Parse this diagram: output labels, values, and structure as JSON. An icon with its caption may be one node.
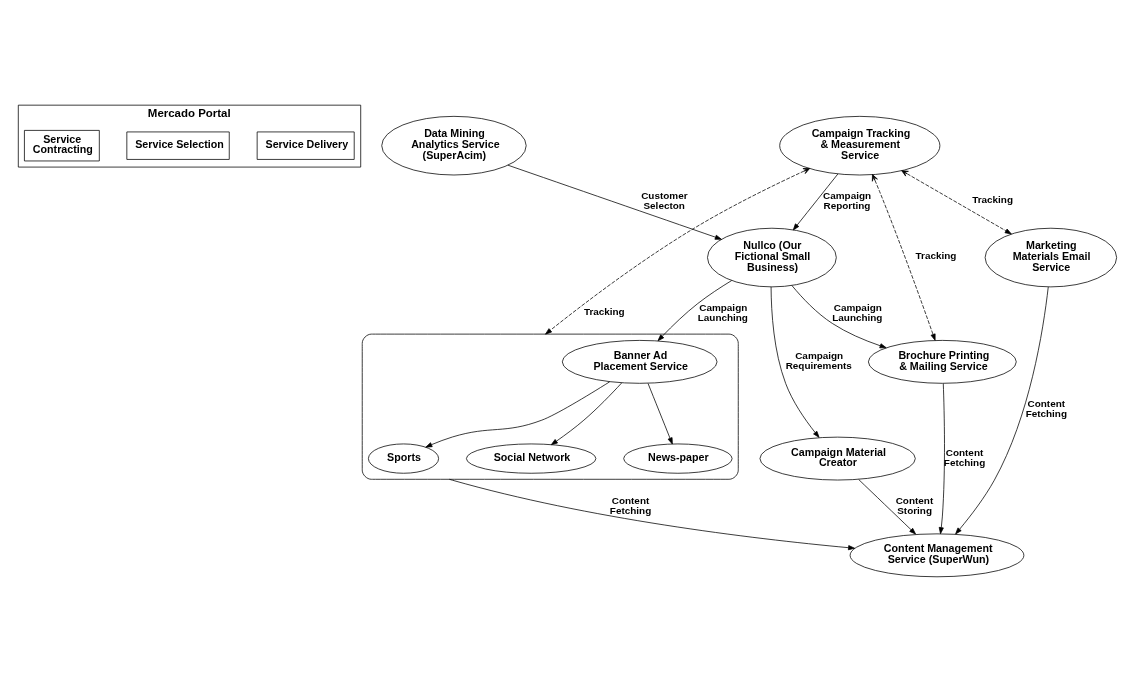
{
  "diagram": {
    "nodes": [
      {
        "text": [
          "Mercado Portal"
        ]
      },
      {
        "text": [
          "Service Delivery"
        ],
        "in": 0
      },
      {
        "text": [
          "Service Selection"
        ],
        "in": 0
      },
      {
        "text": [
          "Service Contracting"
        ],
        "in": 0
      },
      {
        "text": [
          "Nullco (Our Fictional Small Business)"
        ]
      },
      {
        "text": [
          "Campaign Material Creator"
        ]
      },
      {
        "text": [],
        "shape": "ellipse"
      },
      {
        "text": [
          "Banner Ad Placement Service"
        ],
        "in": 6
      },
      {
        "text": [
          "Social Network"
        ],
        "in": 6
      },
      {
        "text": [
          "News-paper"
        ],
        "in": 6
      },
      {
        "text": [
          "Sports"
        ],
        "in": 6
      },
      {
        "text": [
          "Data Mining Analytics Service (SuperAcim)"
        ]
      },
      {
        "text": [
          "Campaign Tracking & Measurement Service"
        ]
      },
      {
        "text": [
          "Brochure Printing & Mailing Service"
        ]
      },
      {
        "text": [
          "Content Management Service (SuperWun)"
        ]
      },
      {
        "text": [
          "Marketing Materials Email Service"
        ]
      }
    ],
    "edges": [
      {
        "from": 4,
        "to": 5,
        "arrow": "to",
        "label": "Campaign Requirements"
      },
      {
        "from": 4,
        "to": 7,
        "arrow": "to",
        "label": "Campaign Launching"
      },
      {
        "from": 7,
        "to": 8,
        "arrow": "to"
      },
      {
        "from": 7,
        "to": 9,
        "arrow": "to"
      },
      {
        "from": 7,
        "to": 10,
        "arrow": "to"
      },
      {
        "from": 4,
        "to": 13,
        "arrow": "to",
        "label": "Campaign Launching"
      },
      {
        "from": 11,
        "to": 4,
        "arrow": "to",
        "label": "Customer Selecton"
      },
      {
        "from": 12,
        "to": 4,
        "arrow": "to",
        "label": "Campaign Reporting"
      },
      {
        "from": 5,
        "to": 14,
        "arrow": "to",
        "label": "Content Storing"
      },
      {
        "from": 6,
        "to": 14,
        "arrow": "to",
        "label": "Content Fetching"
      },
      {
        "from": 13,
        "to": 14,
        "arrow": "to",
        "label": "Content Fetching"
      },
      {
        "from": 15,
        "to": 14,
        "arrow": "to",
        "label": "Content Fetching"
      },
      {
        "from": 12,
        "to": 6,
        "arrow": "both",
        "label": "Tracking",
        "style": "dashed"
      },
      {
        "from": 12,
        "to": 13,
        "arrow": "both",
        "label": "Tracking",
        "style": "dashed"
      },
      {
        "from": 12,
        "to": 15,
        "arrow": "both",
        "label": "Tracking",
        "style": "dashed"
      }
    ]
  }
}
